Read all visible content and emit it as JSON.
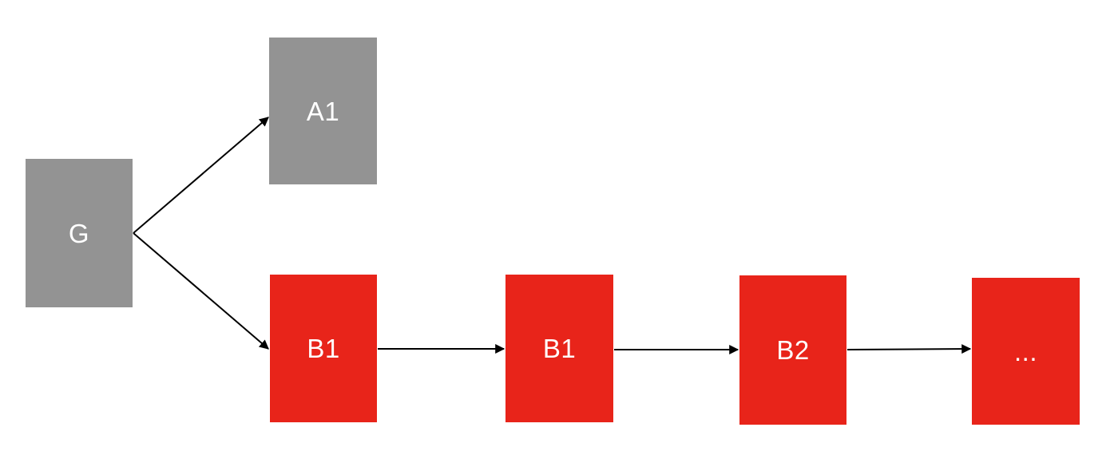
{
  "diagram": {
    "nodes": {
      "g": {
        "label": "G",
        "color": "#939393",
        "text_color": "#ffffff"
      },
      "a1": {
        "label": "A1",
        "color": "#939393",
        "text_color": "#ffffff"
      },
      "b1a": {
        "label": "B1",
        "color": "#e8241a",
        "text_color": "#ffffff"
      },
      "b1b": {
        "label": "B1",
        "color": "#e8241a",
        "text_color": "#ffffff"
      },
      "b2": {
        "label": "B2",
        "color": "#e8241a",
        "text_color": "#ffffff"
      },
      "more": {
        "label": "...",
        "color": "#e8241a",
        "text_color": "#ffffff"
      }
    },
    "edges": [
      {
        "from": "g",
        "to": "a1"
      },
      {
        "from": "g",
        "to": "b1a"
      },
      {
        "from": "b1a",
        "to": "b1b"
      },
      {
        "from": "b1b",
        "to": "b2"
      },
      {
        "from": "b2",
        "to": "more"
      }
    ],
    "colors": {
      "arrow": "#000000",
      "background": "#ffffff",
      "gray_node": "#939393",
      "red_node": "#e8241a"
    }
  }
}
